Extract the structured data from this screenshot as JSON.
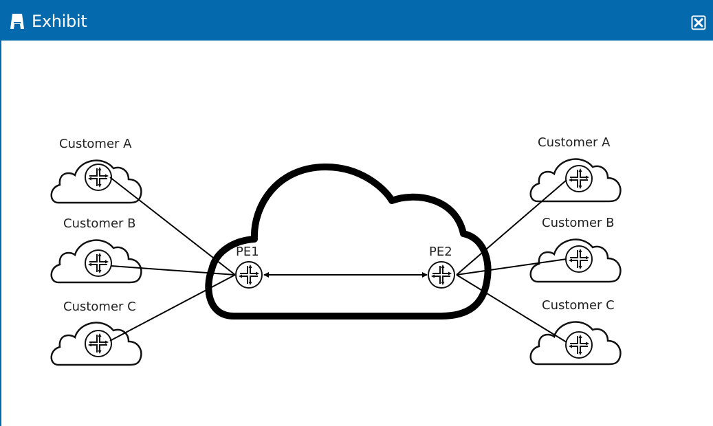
{
  "window": {
    "title": "Exhibit",
    "icon": "exhibit-icon",
    "close_icon": "close-icon",
    "accent_color": "#046aad"
  },
  "diagram": {
    "provider_cloud": {
      "name": "provider-network",
      "routers": [
        {
          "id": "PE1",
          "label": "PE1"
        },
        {
          "id": "PE2",
          "label": "PE2"
        }
      ],
      "link": {
        "from": "PE1",
        "to": "PE2",
        "type": "bidirectional-arrow"
      }
    },
    "left_customers": [
      {
        "label": "Customer A",
        "connects_to": "PE1"
      },
      {
        "label": "Customer B",
        "connects_to": "PE1"
      },
      {
        "label": "Customer C",
        "connects_to": "PE1"
      }
    ],
    "right_customers": [
      {
        "label": "Customer A",
        "connects_to": "PE2"
      },
      {
        "label": "Customer B",
        "connects_to": "PE2"
      },
      {
        "label": "Customer C",
        "connects_to": "PE2"
      }
    ]
  }
}
